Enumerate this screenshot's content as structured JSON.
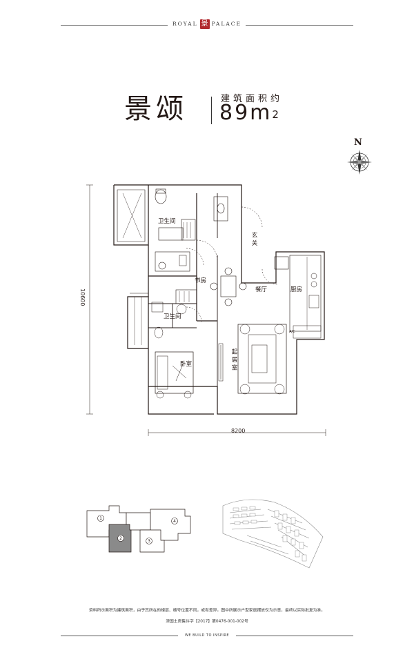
{
  "header": {
    "brand_left": "ROYAL",
    "brand_mark": "景",
    "brand_right": "PALACE"
  },
  "title": {
    "unit_name": "景颂",
    "area_label": "建筑面积约",
    "area_value": "89m",
    "area_unit_sup": "2"
  },
  "compass": {
    "north_label": "N"
  },
  "plan": {
    "rooms": {
      "bathroom_top": "卫生间",
      "entrance": "玄关",
      "study": "书房",
      "dining": "餐厅",
      "kitchen": "厨房",
      "bathroom_small": "卫生间",
      "bedroom": "卧室",
      "living": "起居室"
    },
    "dimensions": {
      "height": "10600",
      "width": "8200"
    },
    "appliance_ac": "A/C"
  },
  "site_plan": {
    "unit_numbers": [
      "1",
      "2",
      "3",
      "4"
    ],
    "highlight_color": "#8a8a8a"
  },
  "footer": {
    "disclaimer": "资料所示面积为建筑面积，由于其所在的楼层、楼号位置不同，或有差异。图中所展示户型家居摆放仅为示意，最终以实际批复为准。",
    "license": "津国土房售许字【2017】第0476-001-002号",
    "slogan": "WE BUILD TO INSPIRE"
  }
}
